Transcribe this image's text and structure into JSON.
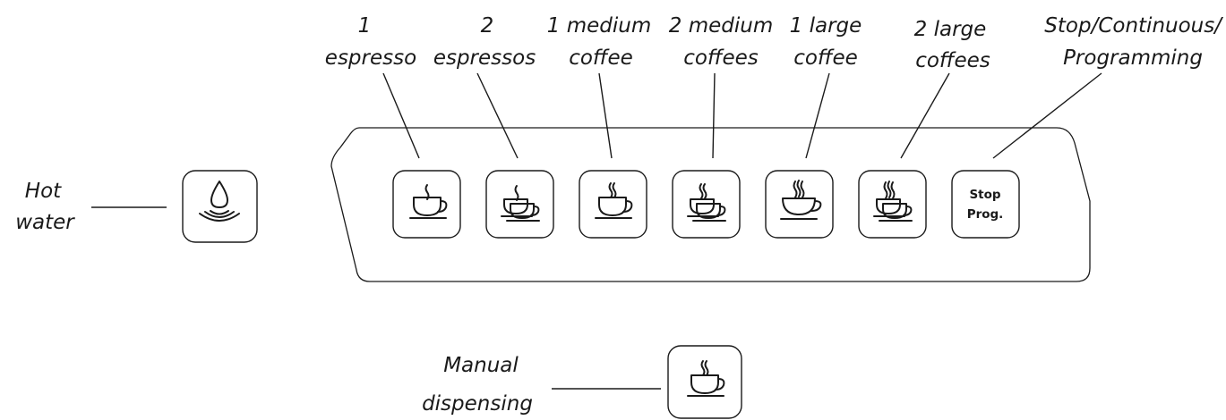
{
  "buttons": [
    {
      "label_line1": "1",
      "label_line2": "espresso",
      "icon": "espresso-cup-icon"
    },
    {
      "label_line1": "2",
      "label_line2": "espressos",
      "icon": "two-espresso-cups-icon"
    },
    {
      "label_line1": "1 medium",
      "label_line2": "coffee",
      "icon": "medium-coffee-cup-icon"
    },
    {
      "label_line1": "2 medium",
      "label_line2": "coffees",
      "icon": "two-medium-coffee-cups-icon"
    },
    {
      "label_line1": "1 large",
      "label_line2": "coffee",
      "icon": "large-coffee-cup-icon"
    },
    {
      "label_line1": "2 large",
      "label_line2": "coffees",
      "icon": "two-large-coffee-cups-icon"
    },
    {
      "label_line1": "Stop/Continuous/",
      "label_line2": "Programming",
      "key_line1": "Stop",
      "key_line2": "Prog."
    }
  ],
  "hot_water": {
    "label_line1": "Hot",
    "label_line2": "water",
    "icon": "water-drop-icon"
  },
  "manual": {
    "label_line1": "Manual",
    "label_line2": "dispensing",
    "icon": "coffee-cup-icon"
  }
}
